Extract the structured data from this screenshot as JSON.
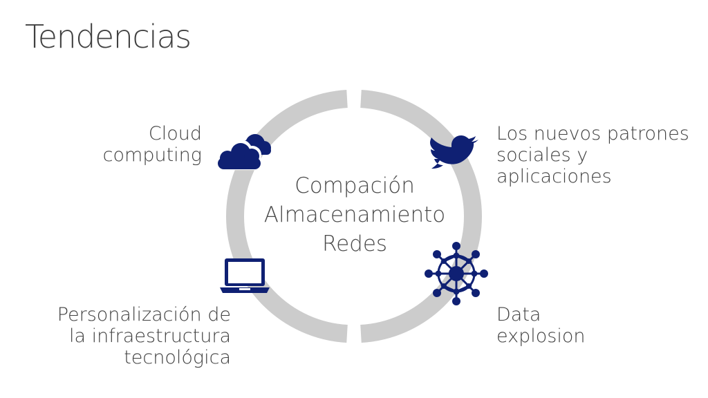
{
  "slide": {
    "title": "Tendencias",
    "center": {
      "lines": [
        "Compación",
        "Almacenamiento",
        "Redes"
      ]
    },
    "trends": [
      {
        "position": "top-left",
        "lines": [
          "Cloud",
          "computing"
        ],
        "icon": "cloud-icon"
      },
      {
        "position": "top-right",
        "lines": [
          "Los nuevos patrones",
          "sociales y",
          "aplicaciones"
        ],
        "icon": "bird-icon"
      },
      {
        "position": "bottom-left",
        "lines": [
          "Personalización de",
          "la infraestructura",
          "tecnológica"
        ],
        "icon": "laptop-icon"
      },
      {
        "position": "bottom-right",
        "lines": [
          "Data",
          "explosion"
        ],
        "icon": "network-icon"
      }
    ]
  },
  "colors": {
    "ring": "#cccccc",
    "icon": "#0f2073",
    "text": "#404040",
    "background": "#ffffff"
  }
}
